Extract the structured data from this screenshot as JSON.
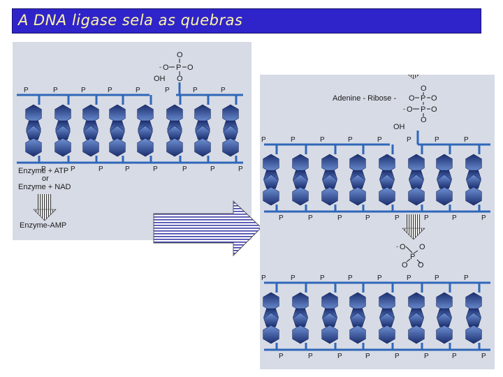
{
  "title": "A DNA ligase sela as quebras",
  "colors": {
    "title_bg": "#2f24c9",
    "title_text": "#fff6a8",
    "panel_bg": "#d7dbe6",
    "backbone": "#2f67b8",
    "base_light": "#5f86cf",
    "base_dark": "#1c2f6f"
  },
  "left_panel": {
    "phosphate_top": {
      "charge": "-",
      "o_top": "O",
      "o_left": "O",
      "p": "P",
      "o_right": "O",
      "oh": "OH",
      "o_bottom": "O"
    },
    "p_label": "P",
    "enzyme_lines": [
      "Enzyme + ATP",
      "or",
      "Enzyme + NAD"
    ],
    "product": "Enzyme-AMP"
  },
  "right_panel": {
    "intermediate": {
      "prefix": "Adenine - Ribose -",
      "charge": "-",
      "o_top": "O",
      "o_left": "O",
      "p": "P",
      "o_right": "O",
      "oh": "OH",
      "o_bottom": "O"
    },
    "released_phosphate": {
      "charge": "-",
      "o_left": "O",
      "p": "P",
      "o_right": "O",
      "o_top": "O",
      "o_bottom": "O"
    },
    "p_label": "P"
  },
  "icons": [
    "double-arrow-icon",
    "big-arrow-icon"
  ]
}
